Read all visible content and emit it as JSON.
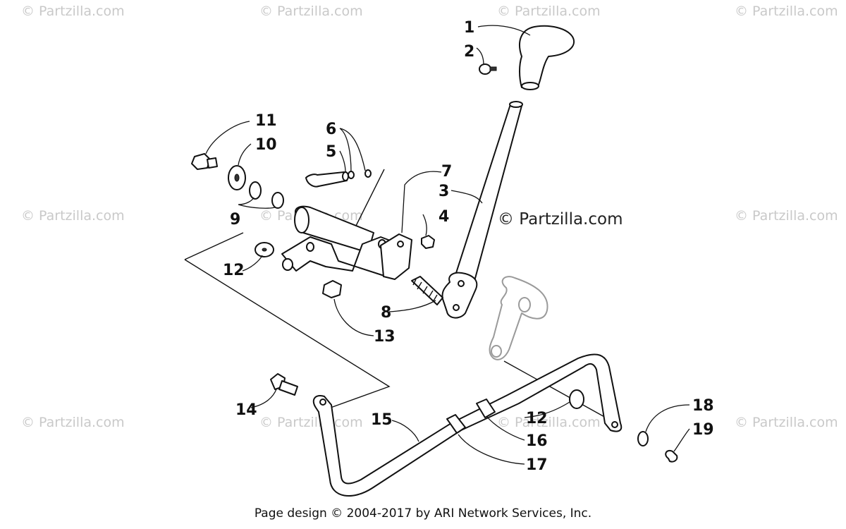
{
  "watermark": {
    "text": "© Partzilla.com",
    "main_text": "© Partzilla.com"
  },
  "callouts": {
    "c1": "1",
    "c2": "2",
    "c3": "3",
    "c4": "4",
    "c5": "5",
    "c6": "6",
    "c7": "7",
    "c8": "8",
    "c9": "9",
    "c10": "10",
    "c11": "11",
    "c12a": "12",
    "c12b": "12",
    "c13": "13",
    "c14": "14",
    "c15": "15",
    "c16": "16",
    "c17": "17",
    "c18": "18",
    "c19": "19"
  },
  "footer": {
    "text": "Page design © 2004-2017 by ARI Network Services, Inc."
  }
}
